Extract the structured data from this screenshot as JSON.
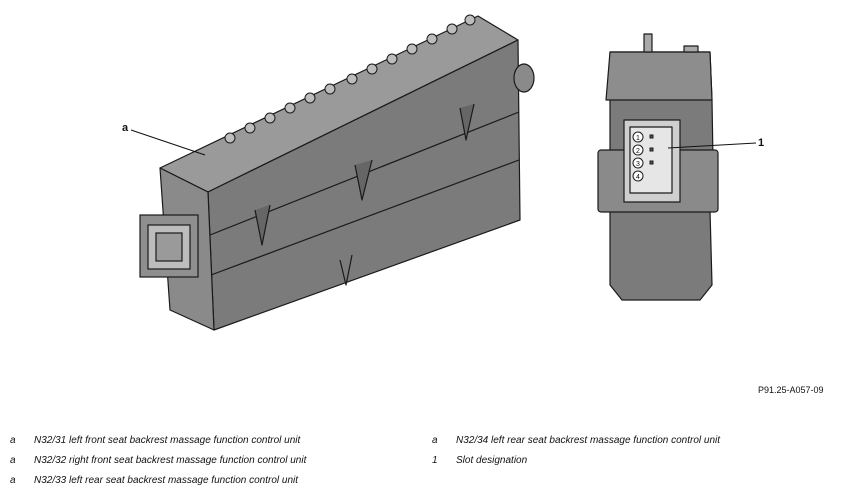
{
  "callouts": {
    "a": "a",
    "one": "1"
  },
  "figure_code": "P91.25-A057-09",
  "legend_left": [
    {
      "key": "a",
      "text": "N32/31 left front seat backrest massage function control unit"
    },
    {
      "key": "a",
      "text": "N32/32 right front seat backrest massage function control unit"
    },
    {
      "key": "a",
      "text": "N32/33 left rear seat backrest massage function control unit"
    }
  ],
  "legend_right": [
    {
      "key": "a",
      "text": "N32/34 left rear seat backrest massage function control unit"
    },
    {
      "key": "1",
      "text": "Slot designation"
    }
  ],
  "pin_labels": [
    "1",
    "2",
    "3",
    "4"
  ],
  "colors": {
    "housing_dark": "#6e6e6e",
    "housing_mid": "#8d8d8d",
    "housing_light": "#b6b6b6",
    "outline": "#1a1a1a"
  }
}
